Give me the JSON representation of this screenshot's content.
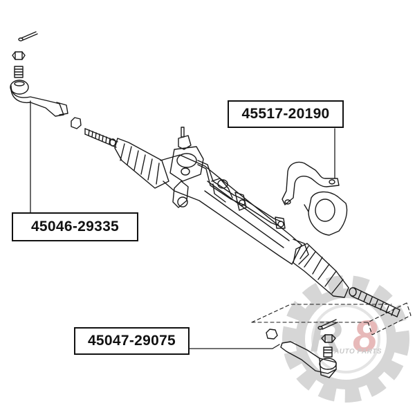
{
  "labels": {
    "tie_rod_end_left": "45046-29335",
    "stabilizer_bushing": "45517-20190",
    "tie_rod_end_right": "45047-29075"
  },
  "watermark": {
    "logo": "R8",
    "tagline": "AUTO PARTS",
    "color": "#cfcfcf"
  },
  "colors": {
    "line": "#1a1a1a",
    "label_border": "#111111"
  }
}
